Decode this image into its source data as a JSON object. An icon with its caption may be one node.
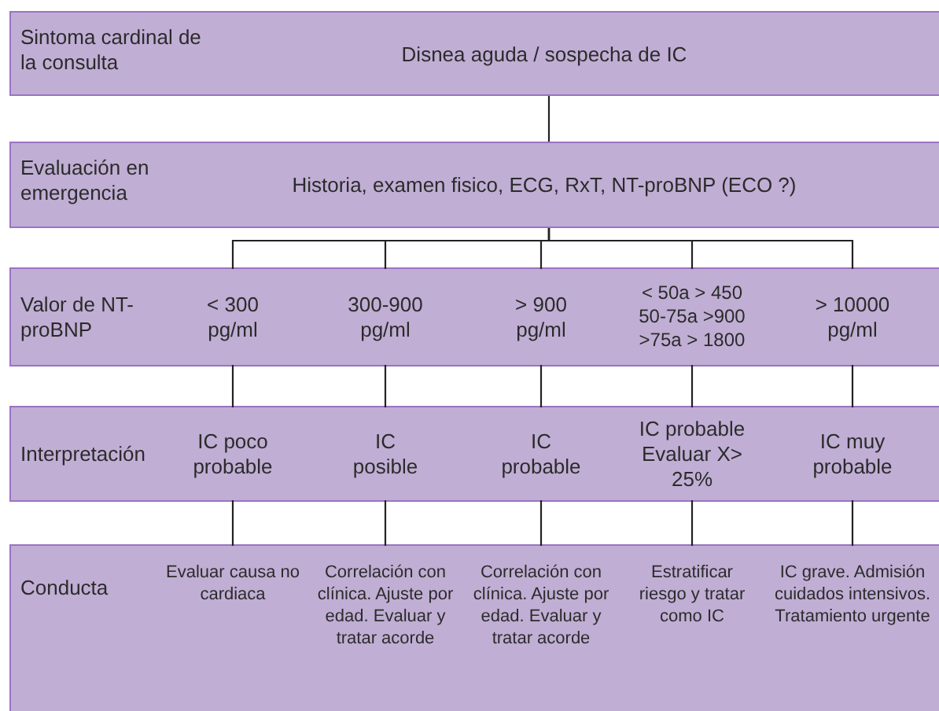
{
  "diagram": {
    "nodes": [
      {
        "text": [
          "Sintoma cardinal de la consulta",
          "Disnea aguda / sospecha de IC"
        ]
      },
      {
        "text": [
          "Evaluación en emergencia",
          "Historia, examen fisico, ECG, RxT, NT-proBNP (ECO ?)"
        ]
      },
      {
        "text": [
          "Valor de NT-proBNP"
        ]
      },
      {
        "text": [
          "< 300 pg/ml"
        ],
        "in": 2
      },
      {
        "text": [
          "300-900 pg/ml"
        ],
        "in": 2
      },
      {
        "text": [
          "> 900 pg/ml"
        ],
        "in": 2
      },
      {
        "text": [
          "< 50a > 450 50-75a >900 >75a > 1800"
        ],
        "in": 2
      },
      {
        "text": [
          "> 10000 pg/ml"
        ],
        "in": 2
      },
      {
        "text": [
          "Interpretación"
        ]
      },
      {
        "text": [
          "IC poco probable"
        ],
        "in": 8
      },
      {
        "text": [
          "IC posible"
        ],
        "in": 8
      },
      {
        "text": [
          "IC probable"
        ],
        "in": 8
      },
      {
        "text": [
          "IC probable Evaluar X> 25%"
        ],
        "in": 8
      },
      {
        "text": [
          "IC muy probable"
        ],
        "in": 8
      },
      {
        "text": [
          "Conducta"
        ]
      },
      {
        "text": [
          "Evaluar causa no cardiaca"
        ],
        "in": 14
      },
      {
        "text": [
          "Correlación con clínica. Ajuste por edad. Evaluar y tratar acorde"
        ],
        "in": 14
      },
      {
        "text": [
          "Correlación con clínica. Ajuste por edad. Evaluar y tratar acorde"
        ],
        "in": 14
      },
      {
        "text": [
          "Estratificar riesgo y tratar como IC"
        ],
        "in": 14
      },
      {
        "text": [
          "IC grave. Admisión cuidados intensivos. Tratamiento urgente"
        ],
        "in": 14
      }
    ],
    "edges": [
      {
        "from": 0,
        "to": 1,
        "arrow": "none"
      },
      {
        "from": 1,
        "to": 3,
        "arrow": "none"
      },
      {
        "from": 1,
        "to": 4,
        "arrow": "none"
      },
      {
        "from": 1,
        "to": 5,
        "arrow": "none"
      },
      {
        "from": 1,
        "to": 6,
        "arrow": "none"
      },
      {
        "from": 1,
        "to": 7,
        "arrow": "none"
      },
      {
        "from": 3,
        "to": 9,
        "arrow": "none"
      },
      {
        "from": 4,
        "to": 10,
        "arrow": "none"
      },
      {
        "from": 5,
        "to": 11,
        "arrow": "none"
      },
      {
        "from": 6,
        "to": 12,
        "arrow": "none"
      },
      {
        "from": 7,
        "to": 13,
        "arrow": "none"
      },
      {
        "from": 9,
        "to": 15,
        "arrow": "none"
      },
      {
        "from": 10,
        "to": 16,
        "arrow": "none"
      },
      {
        "from": 11,
        "to": 17,
        "arrow": "none"
      },
      {
        "from": 12,
        "to": 18,
        "arrow": "none"
      },
      {
        "from": 13,
        "to": 19,
        "arrow": "none"
      }
    ]
  }
}
